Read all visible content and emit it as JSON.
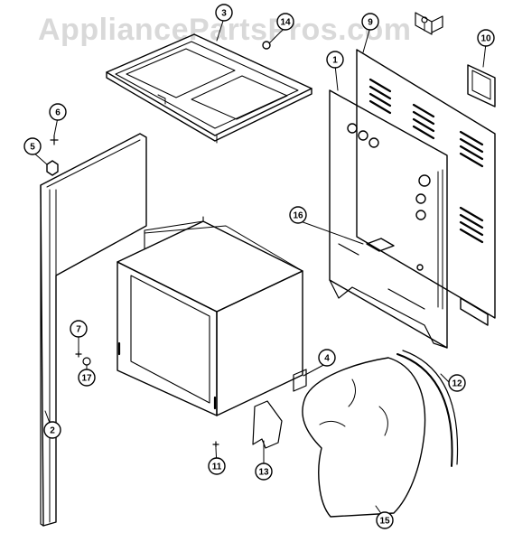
{
  "watermark": "AppliancePartsPros.com",
  "callouts": [
    "1",
    "2",
    "3",
    "4",
    "5",
    "6",
    "7",
    "9",
    "10",
    "11",
    "12",
    "13",
    "14",
    "15",
    "16",
    "17"
  ],
  "colors": {
    "line": "#000000",
    "background": "#ffffff",
    "watermark": "#d9d9d9"
  }
}
